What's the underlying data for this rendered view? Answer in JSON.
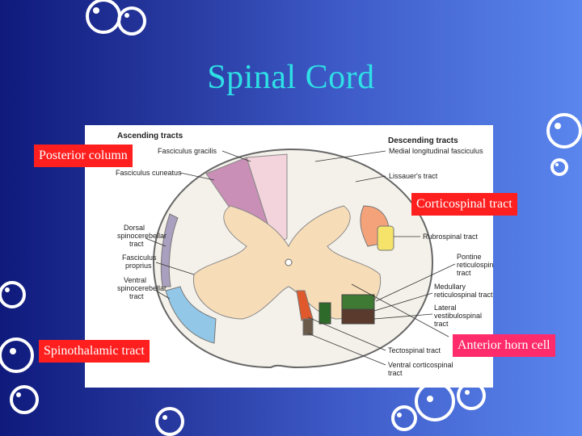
{
  "slide": {
    "title": "Spinal Cord"
  },
  "callouts": {
    "posterior_column": "Posterior column",
    "corticospinal_tract": "Corticospinal tract",
    "spinothalamic_tract": "Spinothalamic tract",
    "anterior_horn_cell": "Anterior horn cell"
  },
  "diagram": {
    "ascending_header": "Ascending tracts",
    "descending_header": "Descending tracts",
    "left_labels": {
      "fasciculus_gracilis": "Fasciculus gracilis",
      "fasciculus_cuneatus": "Fasciculus cuneatus",
      "dorsal_sc_1": "Dorsal",
      "dorsal_sc_2": "spinocerebellar",
      "dorsal_sc_3": "tract",
      "fasc_proprius_1": "Fasciculus",
      "fasc_proprius_2": "proprius",
      "ventral_sc_1": "Ventral",
      "ventral_sc_2": "spinocerebellar",
      "ventral_sc_3": "tract"
    },
    "right_labels": {
      "mlf": "Medial longitudinal fasciculus",
      "lissauer": "Lissauer's tract",
      "rubrospinal": "Rubrospinal tract",
      "pontine_1": "Pontine",
      "pontine_2": "reticulospinal",
      "pontine_3": "tract",
      "medullary_1": "Medullary",
      "medullary_2": "reticulospinal tract",
      "lateral_vs_1": "Lateral",
      "lateral_vs_2": "vestibulospinal",
      "lateral_vs_3": "tract",
      "tectospinal": "Tectospinal tract",
      "ventral_cs_1": "Ventral corticospinal",
      "ventral_cs_2": "tract"
    }
  },
  "colors": {
    "title": "#2ee0e6",
    "callout_red": "#ff1f1f",
    "callout_pink": "#ff2b6a",
    "white_matter": "#f4f1ea",
    "gray_matter": "#f7dcb8",
    "gracilis": "#f3d4dc",
    "cuneatus": "#c98fb6",
    "dorsal_sc": "#a9a0bf",
    "ventral_sc": "#92c7e8",
    "corticospinal": "#f4a27a",
    "rubrospinal": "#f6e36a",
    "reticulospinal": "#3f7a34",
    "vestibulospinal": "#5a3a2c",
    "tectospinal": "#e0592c"
  }
}
